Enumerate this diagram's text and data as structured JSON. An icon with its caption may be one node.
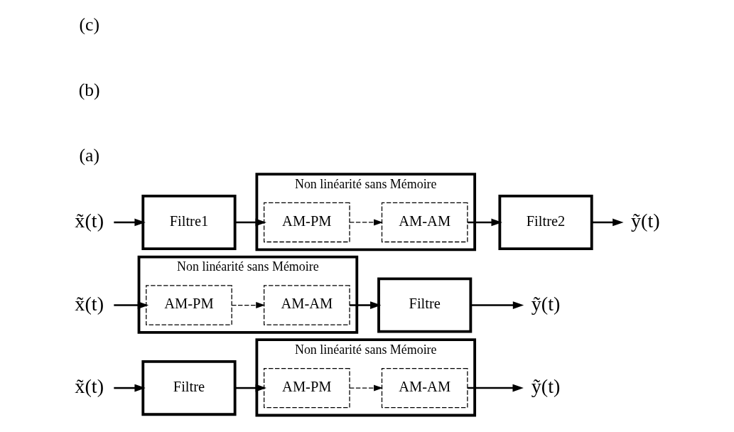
{
  "diagram": {
    "nodes": [
      {
        "text": [
          "x̃(t)"
        ]
      },
      {
        "text": [
          "Filtre"
        ]
      },
      {
        "text": [
          "Non linéarité sans Mémoire"
        ]
      },
      {
        "text": [
          "AM-PM"
        ],
        "in": 2
      },
      {
        "text": [
          "AM-AM"
        ],
        "in": 2
      },
      {
        "text": [
          "ỹ(t)"
        ]
      },
      {
        "text": [
          "x̃(t)"
        ]
      },
      {
        "text": [
          "Non linéarité sans Mémoire"
        ]
      },
      {
        "text": [
          "AM-PM"
        ],
        "in": 7
      },
      {
        "text": [
          "AM-AM"
        ],
        "in": 7
      },
      {
        "text": [
          "Filtre"
        ]
      },
      {
        "text": [
          "ỹ(t)"
        ]
      },
      {
        "text": [
          "x̃(t)"
        ]
      },
      {
        "text": [
          "Filtre1"
        ]
      },
      {
        "text": [
          "Non linéarité sans Mémoire"
        ]
      },
      {
        "text": [
          "AM-PM"
        ],
        "in": 14
      },
      {
        "text": [
          "AM-AM"
        ],
        "in": 14
      },
      {
        "text": [
          "Filtre2"
        ]
      },
      {
        "text": [
          "ỹ(t)"
        ]
      }
    ],
    "edges": [
      {
        "from": 0,
        "to": 1,
        "arrow": "to"
      },
      {
        "from": 1,
        "to": 3,
        "arrow": "to"
      },
      {
        "from": 3,
        "to": 4,
        "arrow": "to",
        "style": "dashed"
      },
      {
        "from": 4,
        "to": 5,
        "arrow": "to"
      },
      {
        "from": 6,
        "to": 8,
        "arrow": "to"
      },
      {
        "from": 8,
        "to": 9,
        "arrow": "to",
        "style": "dashed"
      },
      {
        "from": 9,
        "to": 10,
        "arrow": "to"
      },
      {
        "from": 10,
        "to": 11,
        "arrow": "to"
      },
      {
        "from": 12,
        "to": 13,
        "arrow": "to"
      },
      {
        "from": 13,
        "to": 15,
        "arrow": "to"
      },
      {
        "from": 15,
        "to": 16,
        "arrow": "to",
        "style": "dashed"
      },
      {
        "from": 16,
        "to": 17,
        "arrow": "to"
      },
      {
        "from": 17,
        "to": 18,
        "arrow": "to"
      }
    ],
    "labels": [
      "(a)",
      "(b)",
      "(c)"
    ]
  }
}
